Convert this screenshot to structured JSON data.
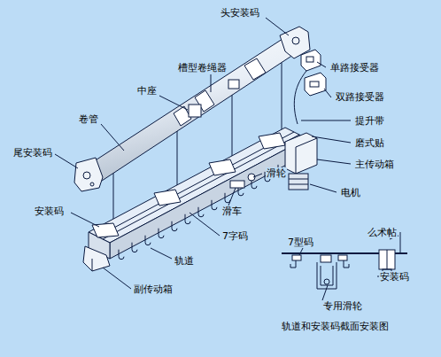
{
  "diagram": {
    "caption": "轨道和安装码截面安装图",
    "labels": [
      "头安装码",
      "单路接受器",
      "槽型卷绳器",
      "中座",
      "双路接受器",
      "卷管",
      "提升带",
      "磨式贴",
      "主传动箱",
      "尾安装码",
      "滑轮",
      "电机",
      "安装码",
      "滑车",
      "7字码",
      "轨道",
      "副传动箱",
      "7型码",
      "么术帖",
      "安装码",
      "专用滑轮"
    ]
  }
}
